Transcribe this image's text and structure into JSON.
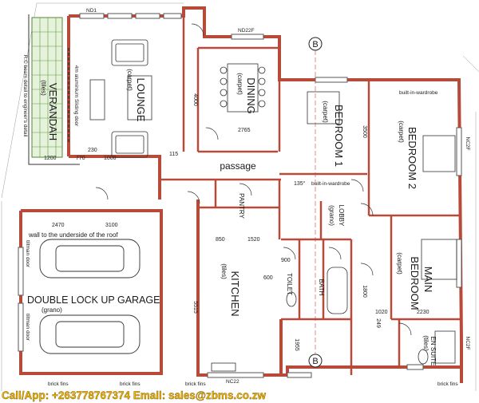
{
  "rooms": {
    "lounge": "LOUNGE",
    "lounge_floor": "(carpet)",
    "verandah": "VERANDAH",
    "verandah_floor": "(tiles)",
    "dining": "DINING",
    "dining_floor": "(carpet)",
    "bedroom1": "BEDROOM 1",
    "bedroom1_floor": "(carpet)",
    "bedroom2": "BEDROOM 2",
    "bedroom2_floor": "(carpet)",
    "main_bedroom_l1": "MAIN",
    "main_bedroom_l2": "BEDROOM",
    "main_bedroom_floor": "(carpet)",
    "passage": "passage",
    "pantry": "PANTRY",
    "lobby": "LOBBY",
    "lobby_floor": "(grano)",
    "kitchen": "KITCHEN",
    "kitchen_floor": "(tiles)",
    "garage": "DOUBLE LOCK UP GARAGE",
    "garage_floor": "(grano)",
    "bath": "BATH",
    "toilet": "TOILET",
    "ensuite": "EN SUITE",
    "ensuite_floor": "(tiles)"
  },
  "notes": {
    "sliding_door": "4m aluminium Sliding door",
    "beam": "R.C beam detail to engineer's detail",
    "wardrobe_top": "built-in-wardrobe",
    "wardrobe_b1": "built-in-wardrobe",
    "garage_wall": "wall to the underside of the roof",
    "garage_door_top": "tiltman door",
    "garage_door_bottom": "tiltman door",
    "brick_fins_1": "brick fins",
    "brick_fins_2": "brick fins",
    "brick_fins_3": "brick fins",
    "brick_fins_4": "brick fins",
    "section_mark": "B",
    "section_mark_bottom": "B"
  },
  "windows": {
    "nd1": "ND1",
    "nd22f": "ND22F",
    "nc22": "NC22",
    "nc2f": "NC2F",
    "nc2f_b": "NC2F"
  },
  "dimensions": {
    "d2470": "2470",
    "d3100": "3100",
    "d230": "230",
    "d770": "770",
    "d1000": "1000",
    "d1200": "1200",
    "d4000": "4000",
    "d2765": "2765",
    "d3500": "3500",
    "d115": "115",
    "d900": "900",
    "d850": "850",
    "d1520": "1520",
    "d1800": "1800",
    "d1020": "1020",
    "d2230": "2230",
    "d1955": "1955",
    "d5515": "5515",
    "d600": "600",
    "d135": "135°",
    "d249": "249"
  },
  "contact": "Call/App: +263778767374  Email: sales@zbms.co.zw"
}
